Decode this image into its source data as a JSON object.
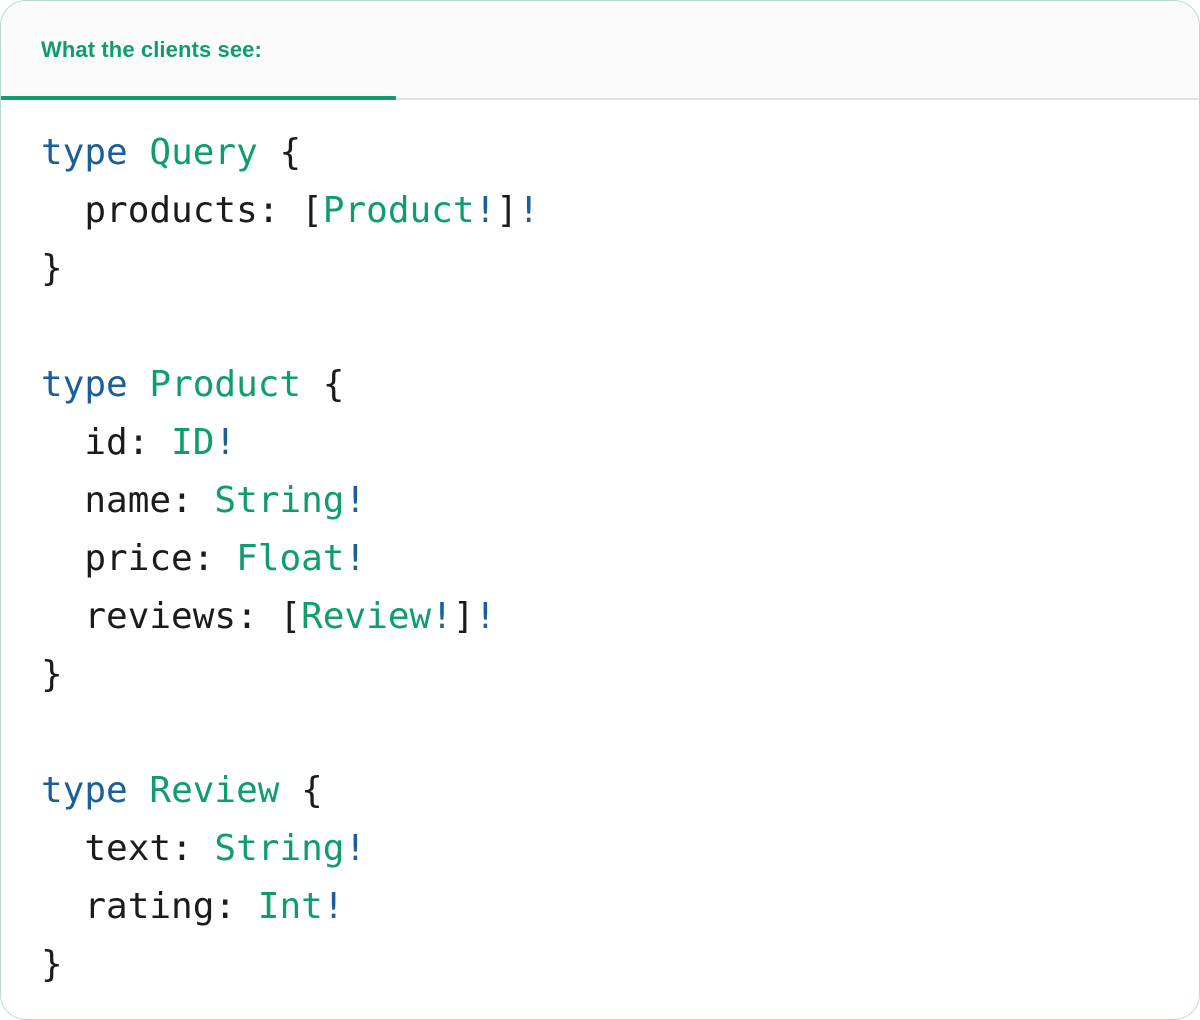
{
  "card": {
    "accent_color": "#0f9d6e",
    "border_color": "#b9dbc9",
    "header_bg": "#fbfbfb",
    "divider_color": "#e2e2e2"
  },
  "header": {
    "tab_label": "What the clients see:"
  },
  "code": {
    "language": "graphql",
    "token_colors": {
      "keyword": "#1a5e9a",
      "type_name": "#0f9d6e",
      "field": "#1b1b1b",
      "punctuation": "#1b1b1b",
      "non_null_bang": "#1a5e9a"
    },
    "lines": [
      {
        "id": "l1",
        "text": "type Query {",
        "kw": "type",
        "sp1": " ",
        "name": "Query",
        "sp2": " ",
        "brace": "{"
      },
      {
        "id": "l2",
        "text": "  products: [Product!]!",
        "indent": "  ",
        "field": "products",
        "colon": ": ",
        "open": "[",
        "type": "Product",
        "bang1": "!",
        "close": "]",
        "bang2": "!"
      },
      {
        "id": "l3",
        "text": "}",
        "brace": "}"
      },
      {
        "id": "l4",
        "text": ""
      },
      {
        "id": "l5",
        "text": "type Product {",
        "kw": "type",
        "sp1": " ",
        "name": "Product",
        "sp2": " ",
        "brace": "{"
      },
      {
        "id": "l6",
        "text": "  id: ID!",
        "indent": "  ",
        "field": "id",
        "colon": ": ",
        "type": "ID",
        "bang1": "!"
      },
      {
        "id": "l7",
        "text": "  name: String!",
        "indent": "  ",
        "field": "name",
        "colon": ": ",
        "type": "String",
        "bang1": "!"
      },
      {
        "id": "l8",
        "text": "  price: Float!",
        "indent": "  ",
        "field": "price",
        "colon": ": ",
        "type": "Float",
        "bang1": "!"
      },
      {
        "id": "l9",
        "text": "  reviews: [Review!]!",
        "indent": "  ",
        "field": "reviews",
        "colon": ": ",
        "open": "[",
        "type": "Review",
        "bang1": "!",
        "close": "]",
        "bang2": "!"
      },
      {
        "id": "l10",
        "text": "}",
        "brace": "}"
      },
      {
        "id": "l11",
        "text": ""
      },
      {
        "id": "l12",
        "text": "type Review {",
        "kw": "type",
        "sp1": " ",
        "name": "Review",
        "sp2": " ",
        "brace": "{"
      },
      {
        "id": "l13",
        "text": "  text: String!",
        "indent": "  ",
        "field": "text",
        "colon": ": ",
        "type": "String",
        "bang1": "!"
      },
      {
        "id": "l14",
        "text": "  rating: Int!",
        "indent": "  ",
        "field": "rating",
        "colon": ": ",
        "type": "Int",
        "bang1": "!"
      },
      {
        "id": "l15",
        "text": "}",
        "brace": "}"
      }
    ]
  }
}
